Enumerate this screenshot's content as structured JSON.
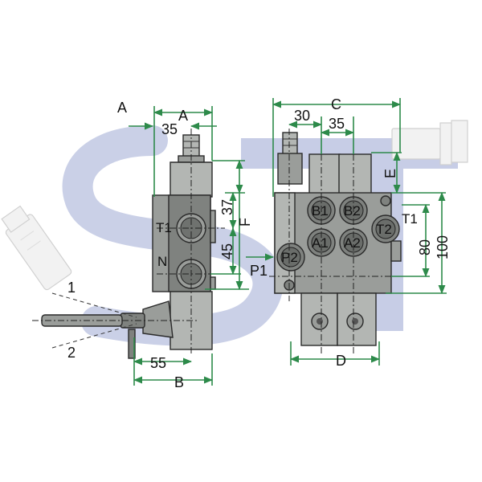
{
  "watermark": {
    "text": "ST",
    "color": "#c7cde6"
  },
  "side_view": {
    "labels": {
      "a_outer": "A",
      "a_inner": "A",
      "dim_35": "35",
      "t1": "T1",
      "n": "N",
      "dim_37": "37",
      "dim_45": "45",
      "f": "F",
      "dim_55": "55",
      "b": "B",
      "lever_pos_1": "1",
      "lever_pos_2": "2"
    }
  },
  "front_view": {
    "labels": {
      "c": "C",
      "dim_30": "30",
      "dim_35": "35",
      "e": "E",
      "t1": "T1",
      "dim_80": "80",
      "dim_100": "100",
      "p1": "P1",
      "d": "D"
    },
    "ports": [
      "B1",
      "B2",
      "A1",
      "A2",
      "T2",
      "P2"
    ]
  },
  "colors": {
    "dimension_line": "#2d8a4a",
    "body": "#9a9d9a",
    "watermark": "#c7cde6"
  }
}
